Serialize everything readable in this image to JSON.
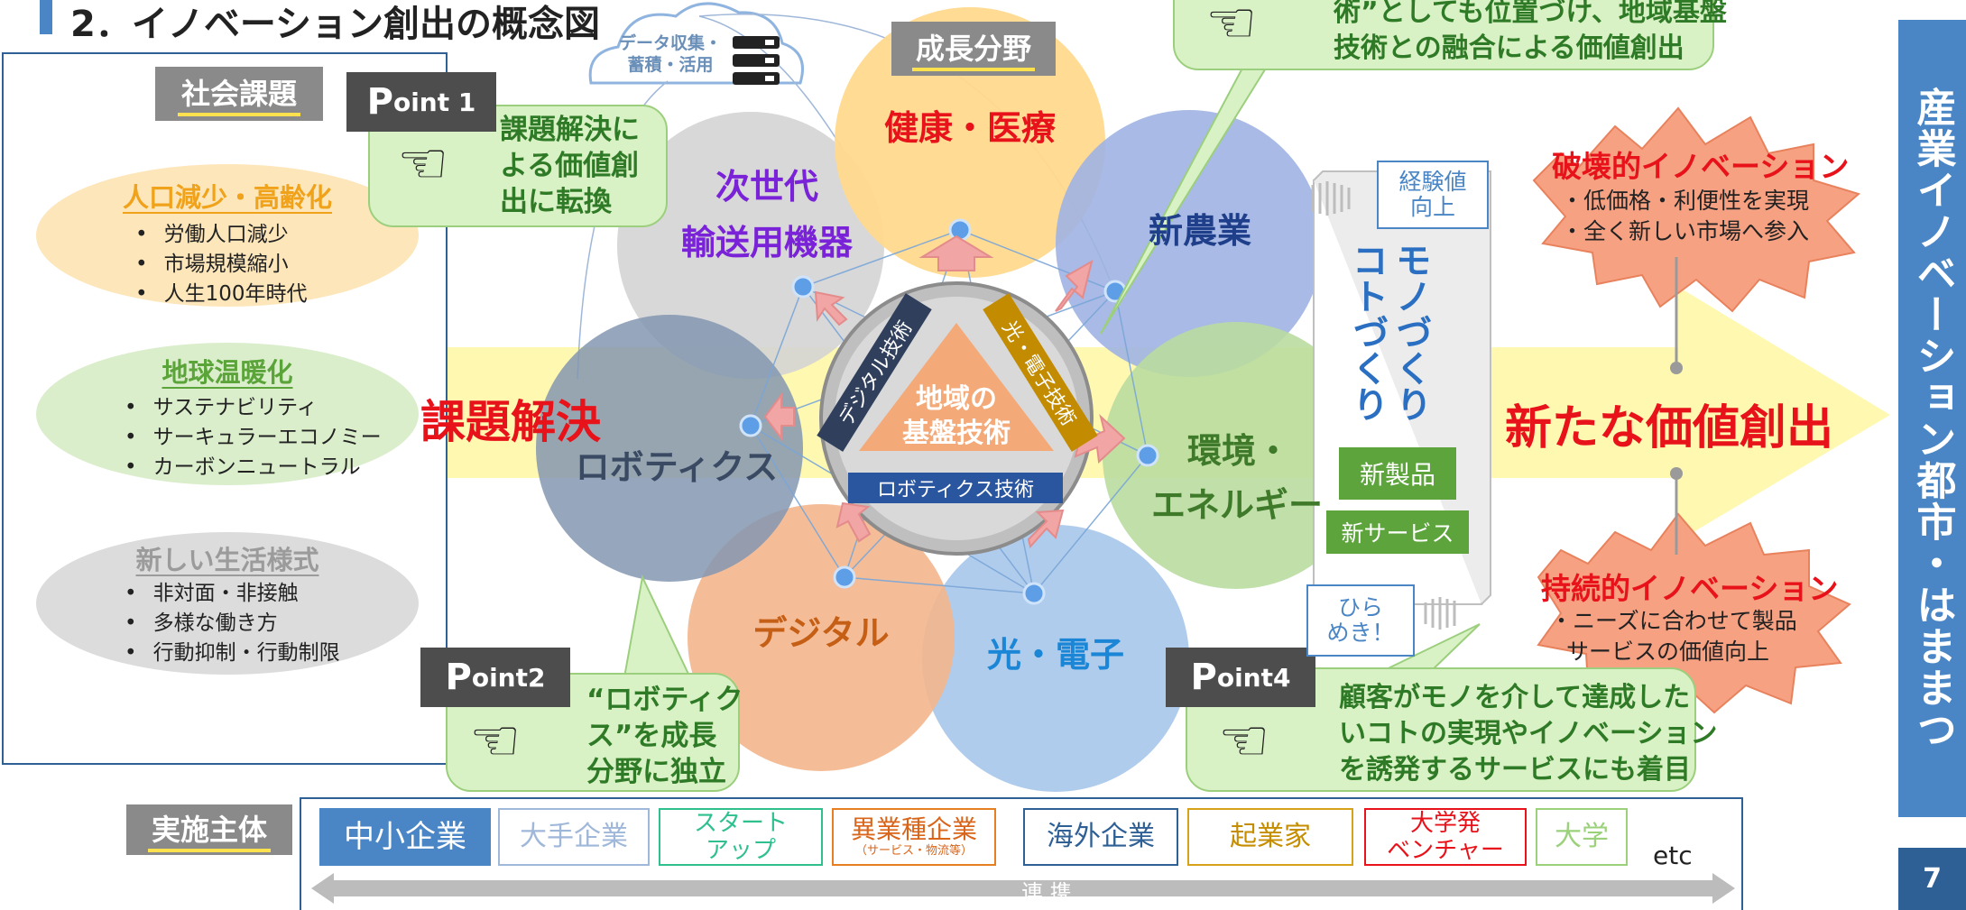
{
  "header": {
    "title": "2．イノベーション創出の概念図"
  },
  "left_panel": {
    "tag": "社会課題",
    "groups": [
      {
        "title": "人口減少・高齢化",
        "items": [
          "労働人口減少",
          "市場規模縮小",
          "人生100年時代"
        ]
      },
      {
        "title": "地球温暖化",
        "items": [
          "サステナビリティ",
          "サーキュラーエコノミー",
          "カーボンニュートラル"
        ]
      },
      {
        "title": "新しい生活様式",
        "items": [
          "非対面・非接触",
          "多様な働き方",
          "行動抑制・行動制限"
        ]
      }
    ]
  },
  "callouts": {
    "point1": {
      "label": "P",
      "label_small": "oint 1",
      "text": [
        "課題解決に",
        "よる価値創",
        "出に転換"
      ]
    },
    "point2": {
      "label": "P",
      "label_small": "oint2",
      "text": [
        "“ロボティク",
        "ス”を成長",
        "分野に独立"
      ]
    },
    "point3": {
      "text": [
        "術”としても位置づけ、地域基盤",
        "技術との融合による価値創出"
      ]
    },
    "point4": {
      "label": "P",
      "label_small": "oint4",
      "text": [
        "顧客がモノを介して達成した",
        "いコトの実現やイノベーション",
        "を誘発するサービスにも着目"
      ]
    }
  },
  "diagram": {
    "data_label": [
      "データ収集・",
      "蓄積・活用"
    ],
    "growth_tag": "成長分野",
    "left_label": "課題解決",
    "right_label": "新たな価値創出",
    "bubbles": {
      "health": "健康・医療",
      "transport": [
        "次世代",
        "輸送用機器"
      ],
      "agri": "新農業",
      "robotics": "ロボティクス",
      "env": [
        "環境・",
        "エネルギー"
      ],
      "digital": "デジタル",
      "photon": "光・電子"
    },
    "hub": {
      "core": [
        "地域の",
        "基盤技術"
      ],
      "digital_tech": "デジタル技術",
      "photon_tech": "光・電子技術",
      "robotics_tech": "ロボティクス技術"
    }
  },
  "process": {
    "experience": [
      "経験値",
      "向上"
    ],
    "vertical_1": "モノづくり",
    "vertical_2": "コトづくり",
    "new_product": "新製品",
    "new_service": "新サービス",
    "inspiration": [
      "ひら",
      "めき！"
    ]
  },
  "innovation": {
    "disruptive": {
      "title": "破壊的イノベーション",
      "items": [
        "・低価格・利便性を実現",
        "・全く新しい市場へ参入"
      ]
    },
    "sustaining": {
      "title": "持続的イノベーション",
      "items": [
        "・ニーズに合わせて製品",
        "サービスの価値向上"
      ]
    }
  },
  "actors": {
    "tag": "実施主体",
    "items": [
      {
        "label": [
          "中小企業"
        ]
      },
      {
        "label": [
          "大手企業"
        ]
      },
      {
        "label": [
          "スタート",
          "アップ"
        ]
      },
      {
        "label": [
          "異業種企業",
          "（サービス・物流等）"
        ]
      },
      {
        "label": [
          "海外企業"
        ]
      },
      {
        "label": [
          "起業家"
        ]
      },
      {
        "label": [
          "大学発",
          "ベンチャー"
        ]
      },
      {
        "label": [
          "大学"
        ]
      }
    ],
    "etc": "etc",
    "link": "連 携"
  },
  "side": {
    "band": "産業イノベーション都市・はままつ",
    "page": "7"
  },
  "colors": {
    "accent_blue": "#4a86c5",
    "red": "#e8121a",
    "green_text": "#2f7a26",
    "purple": "#7a22d8"
  }
}
